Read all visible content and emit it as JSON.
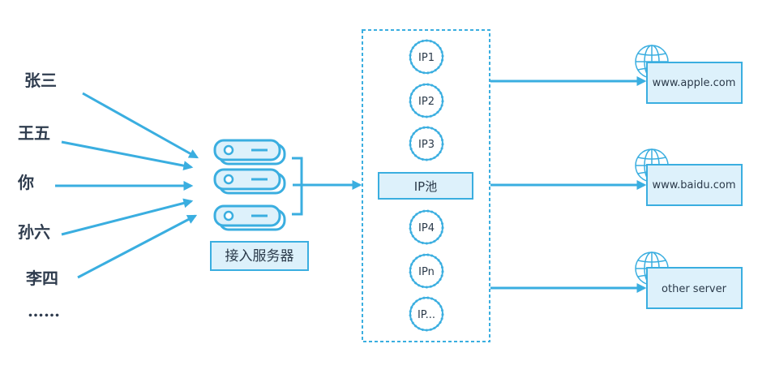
{
  "colors": {
    "accent": "#3aaee0",
    "box_fill": "#ddf1fb",
    "text": "#2f3c4e"
  },
  "users": [
    "张三",
    "王五",
    "你",
    "孙六",
    "李四",
    "……"
  ],
  "access_server": {
    "icon": "server-stack-icon",
    "label": "接入服务器"
  },
  "ip_pool": {
    "label": "IP池",
    "ips": [
      "IP1",
      "IP2",
      "IP3",
      "IP4",
      "IPn",
      "IP..."
    ]
  },
  "targets": [
    {
      "label": "www.apple.com",
      "icon": "globe-icon"
    },
    {
      "label": "www.baidu.com",
      "icon": "globe-icon"
    },
    {
      "label": "other server",
      "icon": "globe-icon"
    }
  ]
}
